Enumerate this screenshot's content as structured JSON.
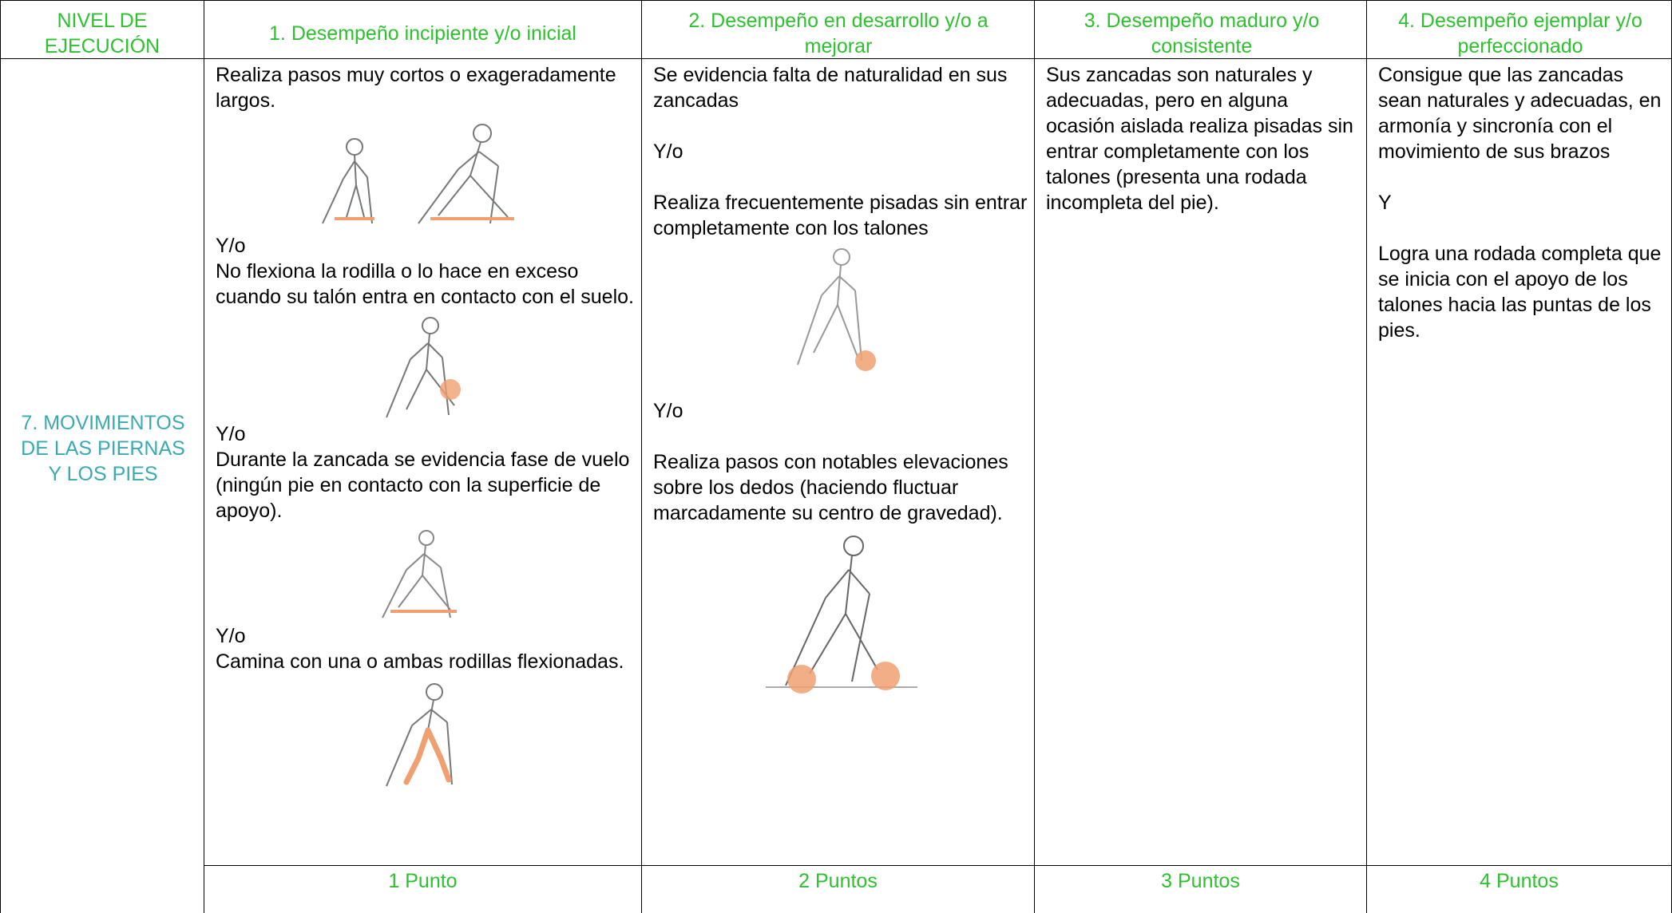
{
  "header": {
    "level_label": "NIVEL DE EJECUCIÓN",
    "col1": "1. Desempeño incipiente y/o inicial",
    "col2": "2. Desempeño en desarrollo y/o a mejorar",
    "col3": "3. Desempeño maduro y/o consistente",
    "col4": "4. Desempeño ejemplar y/o perfeccionado"
  },
  "row": {
    "level_name": "7. MOVIMIENTOS DE LAS PIERNAS Y LOS PIES",
    "col1": {
      "t1": "Realiza pasos muy cortos o exageradamente largos.",
      "yo1": "Y/o",
      "t2": "No flexiona la rodilla o lo hace en exceso cuando su talón entra en contacto con el suelo.",
      "yo2": "Y/o",
      "t3": "Durante la zancada se evidencia fase de vuelo (ningún pie en contacto con la superficie de apoyo).",
      "yo3": "Y/o",
      "t4": "Camina con una o ambas rodillas flexionadas."
    },
    "col2": {
      "t1": "Se evidencia falta de naturalidad en sus zancadas",
      "yo1": "Y/o",
      "t2": "Realiza frecuentemente pisadas sin entrar completamente con los talones",
      "yo2": "Y/o",
      "t3": "Realiza pasos con notables elevaciones sobre los dedos (haciendo fluctuar marcadamente su centro de gravedad)."
    },
    "col3": {
      "t1": "Sus zancadas son naturales y adecuadas, pero en alguna ocasión aislada realiza pisadas sin entrar completamente con los talones (presenta una rodada incompleta del pie)."
    },
    "col4": {
      "t1": " Consigue que las zancadas sean naturales y adecuadas, en armonía y sincronía con el movimiento de sus brazos",
      "y": "Y",
      "t2": "Logra una rodada completa que se inicia con el apoyo de los talones hacia las puntas de los pies."
    }
  },
  "points": {
    "col1": "1 Punto",
    "col2": "2 Puntos",
    "col3": "3 Puntos",
    "col4": "4 Puntos"
  },
  "colors": {
    "header_text": "#2ec02e",
    "level_text": "#3aaab2",
    "highlight": "#f0a070"
  }
}
